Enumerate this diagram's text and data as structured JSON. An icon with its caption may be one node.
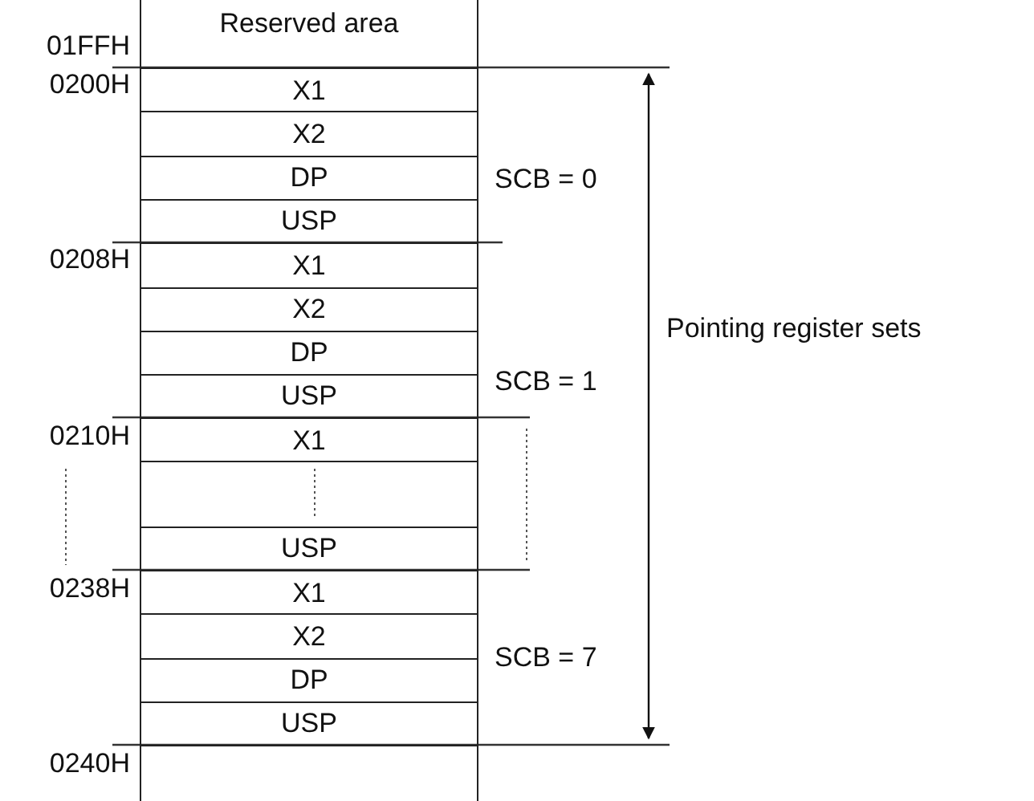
{
  "diagram": {
    "nodes": [
      {
        "text": [
          "Reserved area"
        ]
      },
      {
        "text": [
          "X1"
        ]
      },
      {
        "text": [
          "X2"
        ]
      },
      {
        "text": [
          "DP"
        ]
      },
      {
        "text": [
          "USP"
        ]
      },
      {
        "text": [
          "X1"
        ]
      },
      {
        "text": [
          "X2"
        ]
      },
      {
        "text": [
          "DP"
        ]
      },
      {
        "text": [
          "USP"
        ]
      },
      {
        "text": [
          "X1"
        ]
      },
      {
        "text": [],
        "shape": "box"
      },
      {
        "text": [
          "USP"
        ]
      },
      {
        "text": [
          "X1"
        ]
      },
      {
        "text": [
          "X2"
        ]
      },
      {
        "text": [
          "DP"
        ]
      },
      {
        "text": [
          "USP"
        ]
      },
      {
        "text": [],
        "shape": "box"
      }
    ],
    "labels": [
      "01FFH",
      "0200H",
      "SCB = 0",
      "0208H",
      "SCB = 1",
      "Pointing register sets",
      "0210H",
      "0238H",
      "SCB = 7",
      "0240H"
    ]
  }
}
